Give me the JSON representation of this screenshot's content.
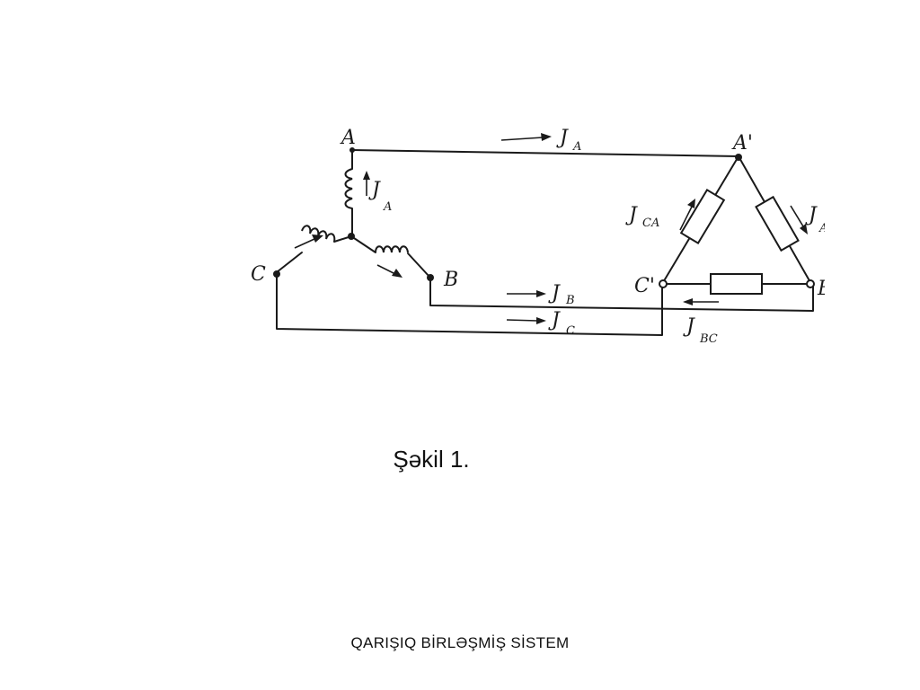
{
  "caption": "Şəkil 1.",
  "footer": "QARIŞIQ  BİRLƏŞMİŞ SİSTEM",
  "diagram": {
    "nodes": {
      "A": "A",
      "B": "B",
      "C": "C",
      "A_prime": "A'",
      "B_prime": "B",
      "C_prime": "C'"
    },
    "currents": {
      "line_A": {
        "main": "J",
        "sub": "A"
      },
      "line_B": {
        "main": "J",
        "sub": "B"
      },
      "line_C": {
        "main": "J",
        "sub": "C"
      },
      "phase_A": {
        "main": "J",
        "sub": "A"
      },
      "CA": {
        "main": "J",
        "sub": "CA"
      },
      "AB": {
        "main": "J",
        "sub": "A"
      },
      "BC": {
        "main": "J",
        "sub": "BC"
      }
    }
  }
}
